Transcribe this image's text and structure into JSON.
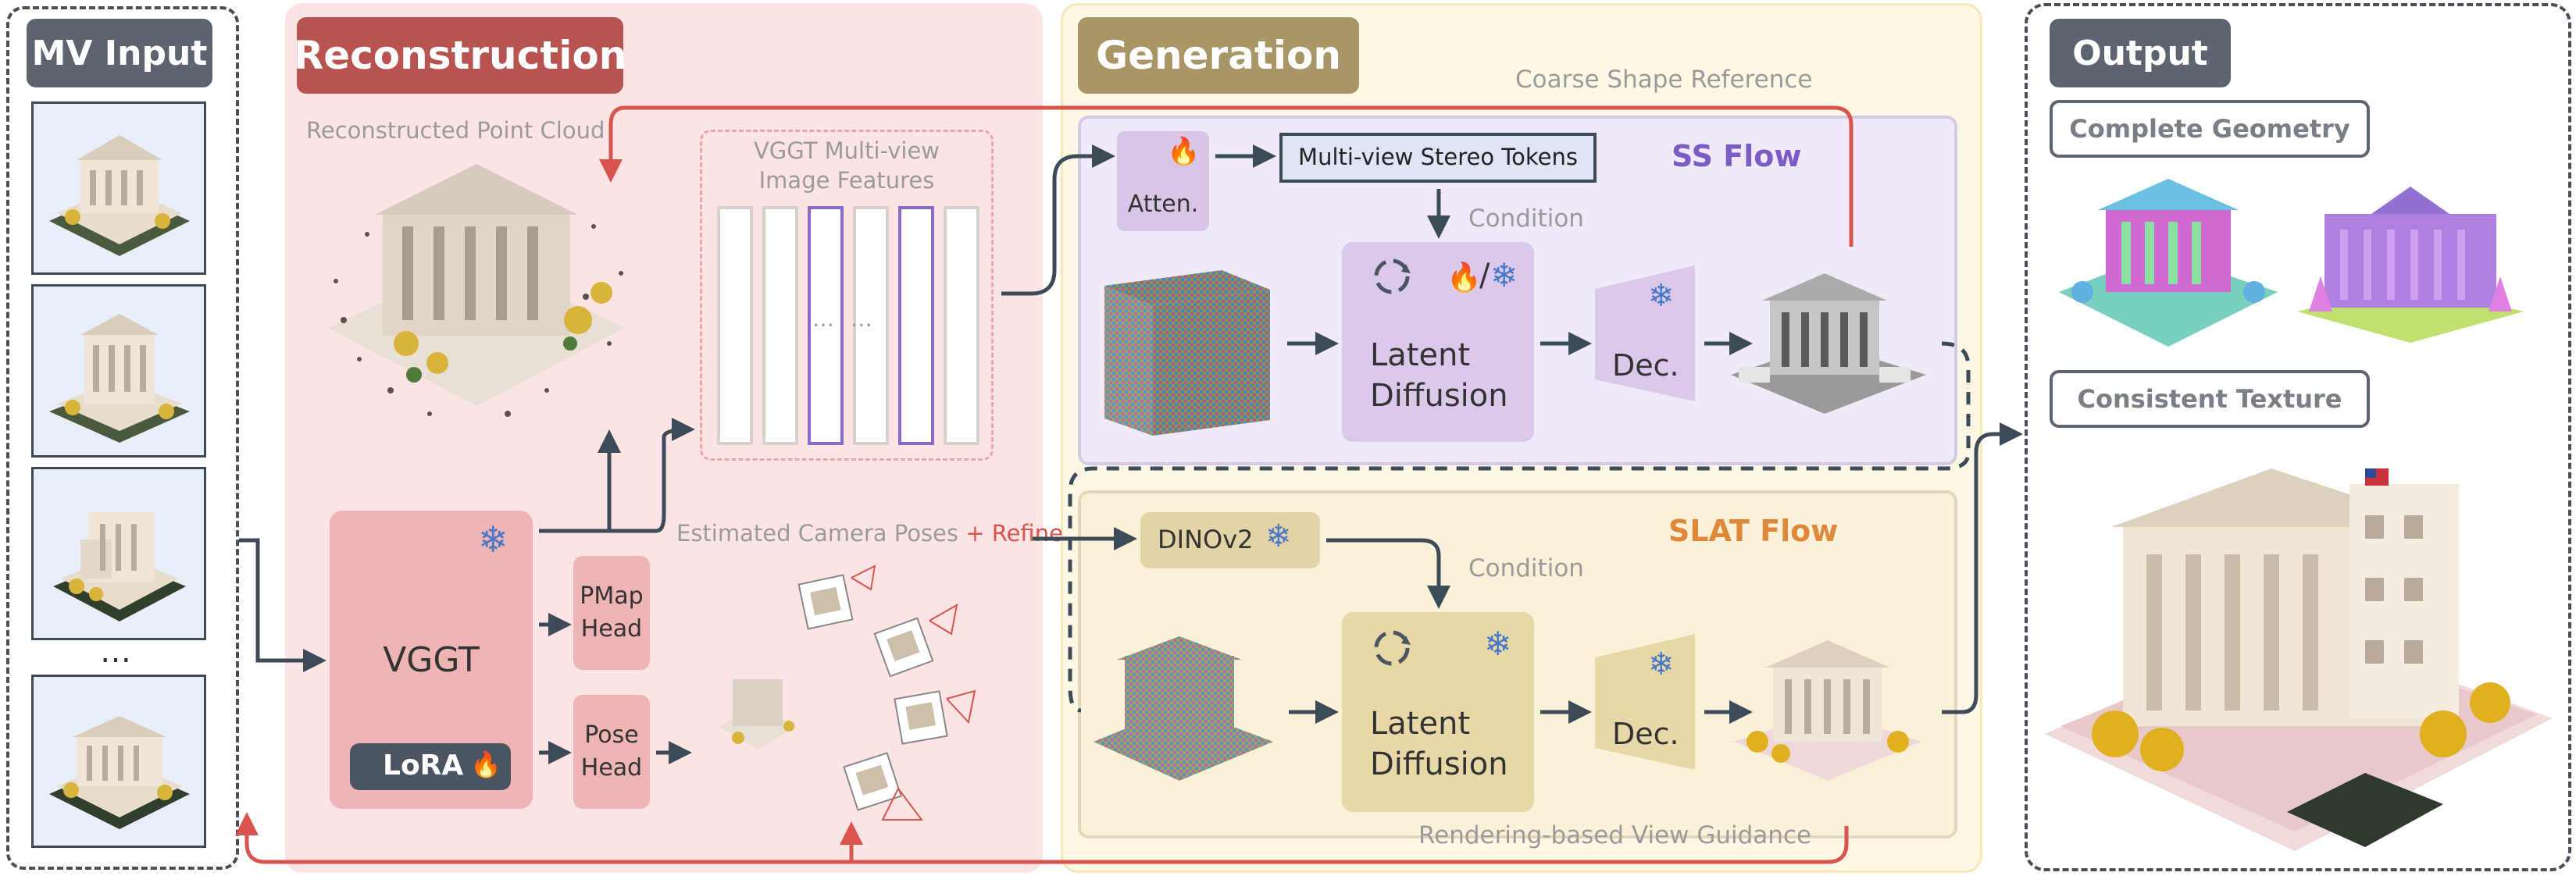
{
  "sections": {
    "mv_input": "MV Input",
    "reconstruction": "Reconstruction",
    "generation": "Generation",
    "output": "Output"
  },
  "labels": {
    "reconstructed_point_cloud": "Reconstructed Point Cloud",
    "vggt_features_line1": "VGGT Multi-view",
    "vggt_features_line2": "Image Features",
    "feature_dots": "… …",
    "vggt": "VGGT",
    "lora": "LoRA",
    "pmap_head_line1": "PMap",
    "pmap_head_line2": "Head",
    "pose_head_line1": "Pose",
    "pose_head_line2": "Head",
    "estimated_poses": "Estimated Camera Poses",
    "refine": "+ Refine",
    "coarse_shape_reference": "Coarse Shape Reference",
    "atten": "Atten.",
    "mv_stereo_tokens": "Multi-view Stereo Tokens",
    "ss_flow": "SS Flow",
    "condition_top": "Condition",
    "latent_line1": "Latent",
    "latent_line2": "Diffusion",
    "dec": "Dec.",
    "dinov2": "DINOv2",
    "slat_flow": "SLAT Flow",
    "condition_bottom": "Condition",
    "rendering_guidance": "Rendering-based View Guidance",
    "complete_geometry": "Complete Geometry",
    "consistent_texture": "Consistent Texture",
    "input_ellipsis": "…"
  },
  "icons": {
    "snowflake": "❄",
    "fire": "🔥",
    "fire_snow_slash": "/"
  },
  "colors": {
    "badge_dark": "#5d6470",
    "badge_recon": "#b85450",
    "badge_gen": "#a89666",
    "arrow_dark": "#3d4a57",
    "arrow_red": "#d9534f",
    "ss_purple": "#7b5bc4",
    "slat_orange": "#e0883a"
  }
}
